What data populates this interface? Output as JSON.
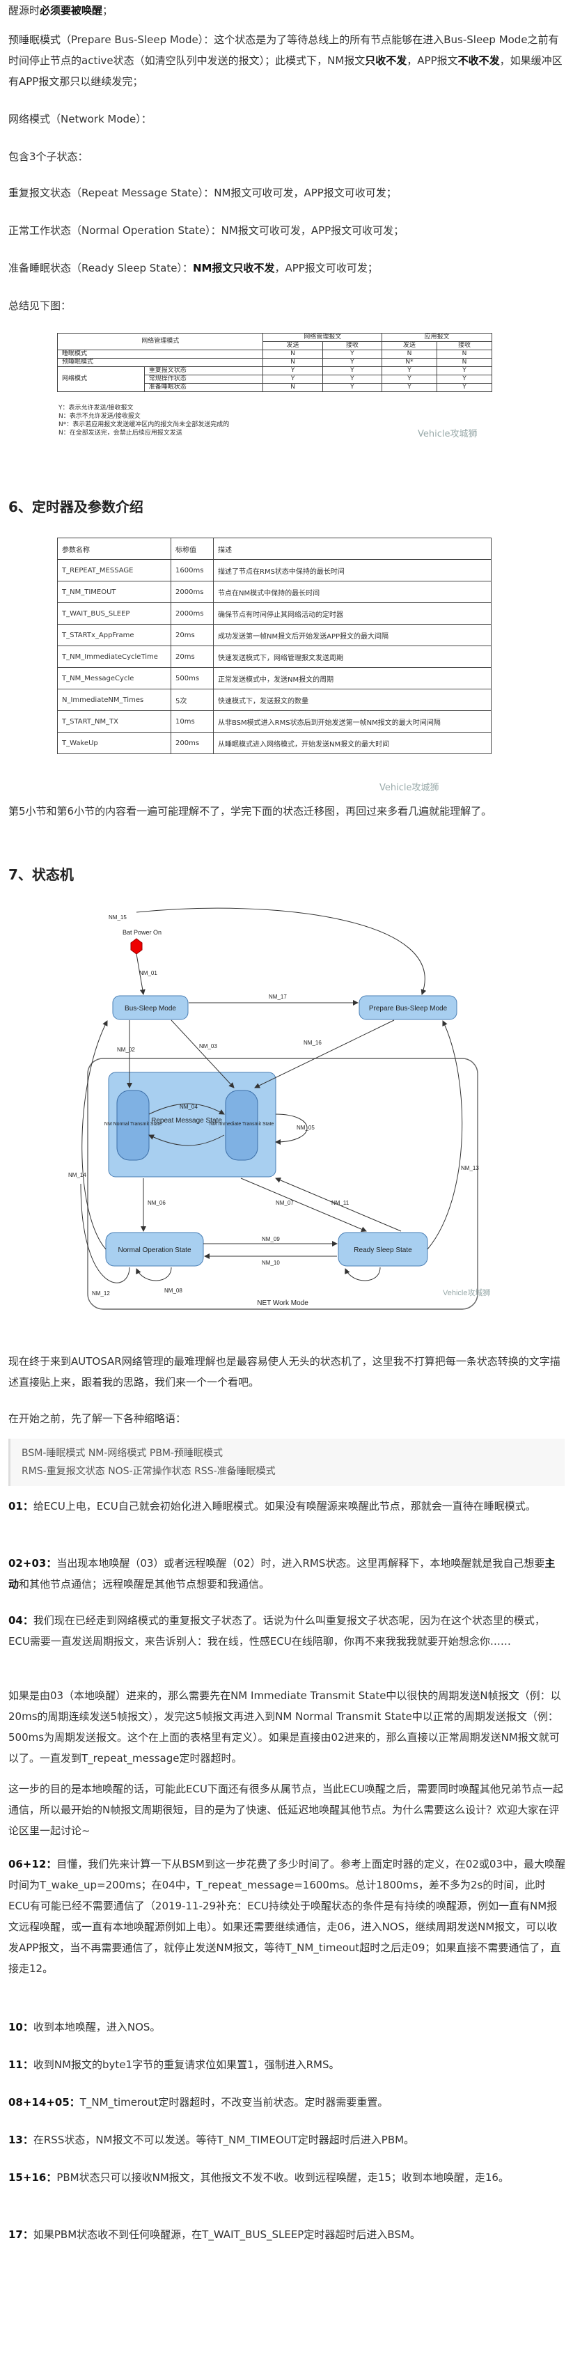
{
  "intro": {
    "line0_pre": "醒源时",
    "line0_bold": "必须要被唤醒",
    "line0_post": "；",
    "pbs_a": "预睡眠模式（Prepare Bus-Sleep Mode）：这个状态是为了等待总线上的所有节点能够在进入Bus-Sleep Mode之前有时间停止节点的active状态（如清空队列中发送的报文）；此模式下，NM报文",
    "pbs_b": "只收不发",
    "pbs_c": "，APP报文",
    "pbs_d": "不收不发",
    "pbs_e": "，如果缓冲区有APP报文那只以继续发完；",
    "nm_mode": "网络模式（Network Mode）：",
    "three": "包含3个子状态：",
    "rms": "重复报文状态（Repeat Message State）：NM报文可收可发，APP报文可收可发；",
    "nos": "正常工作状态（Normal Operation State）：NM报文可收可发，APP报文可收可发；",
    "rss_a": "准备睡眠状态（Ready Sleep State）：",
    "rss_b": "NM报文只收不发",
    "rss_c": "，APP报文可收可发；",
    "summary": "总结见下图："
  },
  "mgmt_table": {
    "headers": [
      "网络管理模式",
      "网络管理报文",
      "应用报文"
    ],
    "sub": [
      "发送",
      "接收",
      "发送",
      "接收"
    ],
    "rows": [
      {
        "mode": "睡眠模式",
        "sub": "",
        "v": [
          "N",
          "Y",
          "N",
          "N"
        ]
      },
      {
        "mode": "预睡眠模式",
        "sub": "",
        "v": [
          "N",
          "Y",
          "N*",
          "N"
        ]
      },
      {
        "mode": "网络模式",
        "sub": "重复报文状态",
        "v": [
          "Y",
          "Y",
          "Y",
          "Y"
        ]
      },
      {
        "mode": "",
        "sub": "常规操作状态",
        "v": [
          "Y",
          "Y",
          "Y",
          "Y"
        ]
      },
      {
        "mode": "",
        "sub": "准备睡眠状态",
        "v": [
          "N",
          "Y",
          "Y",
          "Y"
        ]
      }
    ],
    "notes": [
      "Y：表示允许发送/接收报文",
      "N：表示不允许发送/接收报文",
      "N*：表示若应用报文发送缓冲区内的报文尚未全部发送完成的",
      "N：在全部发送完，会禁止后续应用报文发送"
    ],
    "watermark": "Vehicle攻城狮"
  },
  "sec6": {
    "title": "6、定时器及参数介绍",
    "headers": [
      "参数名称",
      "标称值",
      "描述"
    ],
    "rows": [
      [
        "T_REPEAT_MESSAGE",
        "1600ms",
        "描述了节点在RMS状态中保持的最长时间"
      ],
      [
        "T_NM_TIMEOUT",
        "2000ms",
        "节点在NM模式中保持的最长时间"
      ],
      [
        "T_WAIT_BUS_SLEEP",
        "2000ms",
        "确保节点有时间停止其网络活动的定时器"
      ],
      [
        "T_STARTx_AppFrame",
        "20ms",
        "成功发送第一帧NM报文后开始发送APP报文的最大间隔"
      ],
      [
        "T_NM_ImmediateCycleTime",
        "20ms",
        "快速发送模式下，网络管理报文发送周期"
      ],
      [
        "T_NM_MessageCycle",
        "500ms",
        "正常发送模式中，发送NM报文的周期"
      ],
      [
        "N_ImmediateNM_Times",
        "5次",
        "快速模式下，发送报文的数量"
      ],
      [
        "T_START_NM_TX",
        "10ms",
        "从非BSM模式进入RMS状态后到开始发送第一帧NM报文的最大时间间隔"
      ],
      [
        "T_WakeUp",
        "200ms",
        "从睡眠模式进入网络模式，开始发送NM报文的最大时间"
      ]
    ],
    "watermark": "Vehicle攻城狮",
    "after": "第5小节和第6小节的内容看一遍可能理解不了，学完下面的状态迁移图，再回过来多看几遍就能理解了。"
  },
  "sec7": {
    "title": "7、状态机",
    "diagram": {
      "bat_power_on": "Bat Power On",
      "bus_sleep": "Bus-Sleep Mode",
      "prepare": "Prepare Bus-Sleep Mode",
      "repeat": "Repeat Message State",
      "nm_normal": "NM Normal Transmit State",
      "nm_immediate": "NM Immediate Transmit State",
      "normal_op": "Normal Operation State",
      "ready_sleep": "Ready Sleep State",
      "net_work_mode": "NET Work Mode",
      "watermark": "Vehicle攻城狮",
      "edges": [
        "NM_01",
        "NM_02",
        "NM_03",
        "NM_04",
        "NM_05",
        "NM_06",
        "NM_07",
        "NM_08",
        "NM_09",
        "NM_10",
        "NM_11",
        "NM_12",
        "NM_13",
        "NM_14",
        "NM_15",
        "NM_16",
        "NM_17"
      ]
    },
    "p1": "现在终于来到AUTOSAR网络管理的最难理解也是最容易使人无头的状态机了，这里我不打算把每一条状态转换的文字描述直接贴上来，跟着我的思路，我们来一个一个看吧。",
    "p2": "在开始之前，先了解一下各种缩略语：",
    "abbr1": "BSM-睡眠模式 NM-网络模式 PBM-预睡眠模式",
    "abbr2": "RMS-重复报文状态 NOS-正常操作状态 RSS-准备睡眠模式",
    "p01_n": "01：",
    "p01": "给ECU上电，ECU自己就会初始化进入睡眠模式。如果没有唤醒源来唤醒此节点，那就会一直待在睡眠模式。",
    "p0203_n": "02+03：",
    "p0203_a": "当出现本地唤醒（03）或者远程唤醒（02）时，进入RMS状态。这里再解释下，本地唤醒就是我自己想要",
    "p0203_b": "主动",
    "p0203_c": "和其他节点通信；远程唤醒是其他节点想要和我通信。",
    "p04_n": "04：",
    "p04": "我们现在已经走到网络模式的重复报文子状态了。话说为什么叫重复报文子状态呢，因为在这个状态里的模式，ECU需要一直发送周期报文，来告诉别人：我在线，性感ECU在线陪聊，你再不来我我我就要开始想念你……",
    "p04b": "如果是由03（本地唤醒）进来的，那么需要先在NM Immediate Transmit State中以很快的周期发送N帧报文（例：以20ms的周期连续发送5帧报文），发完这5帧报文再进入到NM Normal Transmit State中以正常的周期发送报文（例：500ms为周期发送报文。这个在上面的表格里有定义）。如果是直接由02进来的，那么直接以正常周期发送NM报文就可以了。一直发到T_repeat_message定时器超时。",
    "p04c": "这一步的目的是本地唤醒的话，可能此ECU下面还有很多从属节点，当此ECU唤醒之后，需要同时唤醒其他兄弟节点一起通信，所以最开始的N帧报文周期很短，目的是为了快速、低延迟地唤醒其他节点。为什么需要这么设计？欢迎大家在评论区里一起讨论~",
    "p0612_n": "06+12：",
    "p0612": "目懂，我们先来计算一下从BSM到这一步花费了多少时间了。参考上面定时器的定义，在02或03中，最大唤醒时间为T_wake_up=200ms；在04中，T_repeat_message=1600ms。总计1800ms，差不多为2s的时间，此时ECU有可能已经不需要通信了（2019-11-29补充：ECU持续处于唤醒状态的条件是有持续的唤醒源，例如一直有NM报文远程唤醒，或一直有本地唤醒源例如上电）。如果还需要继续通信，走06，进入NOS，继续周期发送NM报文，可以收发APP报文，当不再需要通信了，就停止发送NM报文，等待T_NM_timeout超时之后走09；如果直接不需要通信了，直接走12。",
    "p10_n": "10：",
    "p10": "收到本地唤醒，进入NOS。",
    "p11_n": "11：",
    "p11": "收到NM报文的byte1字节的重复请求位如果置1，强制进入RMS。",
    "p0814_n": "08+14+05：",
    "p0814": "T_NM_timerout定时器超时，不改变当前状态。定时器需要重置。",
    "p13_n": "13：",
    "p13": "在RSS状态，NM报文不可以发送。等待T_NM_TIMEOUT定时器超时后进入PBM。",
    "p1516_n": "15+16：",
    "p1516": "PBM状态只可以接收NM报文，其他报文不发不收。收到远程唤醒，走15；收到本地唤醒，走16。",
    "p17_n": "17：",
    "p17": "如果PBM状态收不到任何唤醒源，在T_WAIT_BUS_SLEEP定时器超时后进入BSM。"
  }
}
